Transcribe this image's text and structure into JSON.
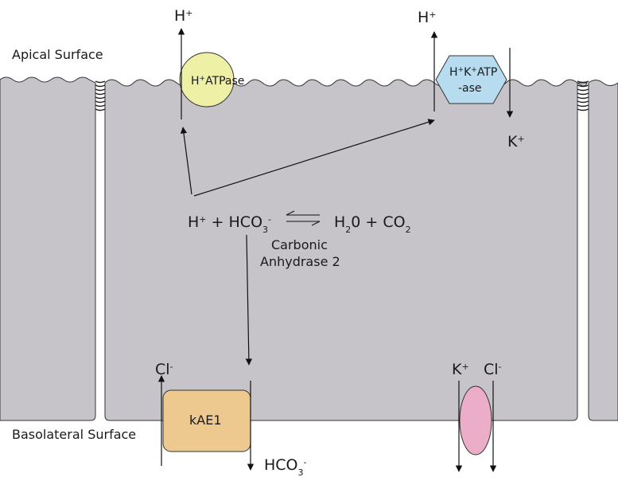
{
  "surfaces": {
    "apical": "Apical Surface",
    "basolateral": "Basolateral Surface"
  },
  "proteins": {
    "h_atpase": {
      "name": "H",
      "sup": "+",
      "rest": "ATPase",
      "color": "#eef0a6"
    },
    "hk_atpase": {
      "line1_a": "H",
      "line1_sup1": "+",
      "line1_b": "K",
      "line1_sup2": "+",
      "line1_c": "ATP",
      "line2": "-ase",
      "color": "#b7dcef"
    },
    "kae1": {
      "name": "kAE1",
      "color": "#edc98f"
    },
    "kcl_channel": {
      "color": "#ecadc8"
    }
  },
  "ions": {
    "h": "H",
    "k": "K",
    "cl": "Cl",
    "hco3": "HCO",
    "plus": "+",
    "minus": "-",
    "three": "3"
  },
  "reaction": {
    "left_h": "H",
    "left_plus": "+",
    "left_op": " + HCO",
    "left_sub": "3",
    "left_sup": "-",
    "right_a": "H",
    "right_sub1": "2",
    "right_b": "0 + CO",
    "right_sub2": "2",
    "enzyme_line1": "Carbonic",
    "enzyme_line2": "Anhydrase 2"
  },
  "colors": {
    "cell": "#c6c3c9",
    "cell_border": "#333333"
  }
}
